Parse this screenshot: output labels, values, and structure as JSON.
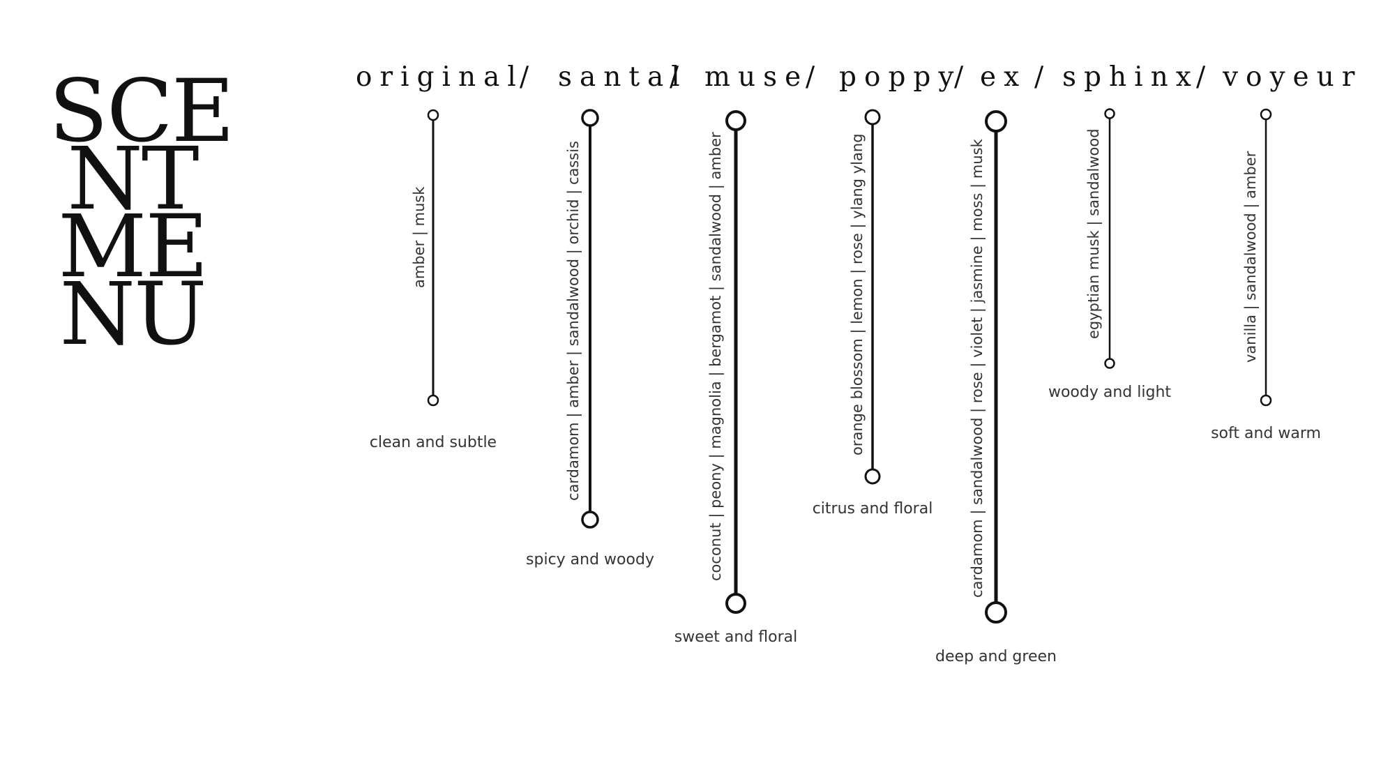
{
  "title": {
    "lines": [
      "SCE",
      "NT",
      "ME",
      "NU"
    ]
  },
  "header": {
    "names": [
      "original",
      "santal",
      "muse",
      "poppy",
      "ex",
      "sphinx",
      "voyeur"
    ],
    "separator": "/"
  },
  "scents": [
    {
      "name": "original",
      "notes": "amber | musk",
      "descriptor": "clean and subtle"
    },
    {
      "name": "santal",
      "notes": "cardamom | amber | sandalwood | orchid | cassis",
      "descriptor": "spicy and woody"
    },
    {
      "name": "muse",
      "notes": "coconut | peony | magnolia | bergamot | sandalwood | amber",
      "descriptor": "sweet and floral"
    },
    {
      "name": "poppy",
      "notes": "orange blossom | lemon | rose | ylang ylang",
      "descriptor": "citrus and floral"
    },
    {
      "name": "ex",
      "notes": "cardamom | sandalwood | rose | violet | jasmine | moss | musk",
      "descriptor": "deep and green"
    },
    {
      "name": "sphinx",
      "notes": "egyptian musk | sandalwood",
      "descriptor": "woody and light"
    },
    {
      "name": "voyeur",
      "notes": "vanilla | sandalwood | amber",
      "descriptor": "soft and warm"
    }
  ]
}
